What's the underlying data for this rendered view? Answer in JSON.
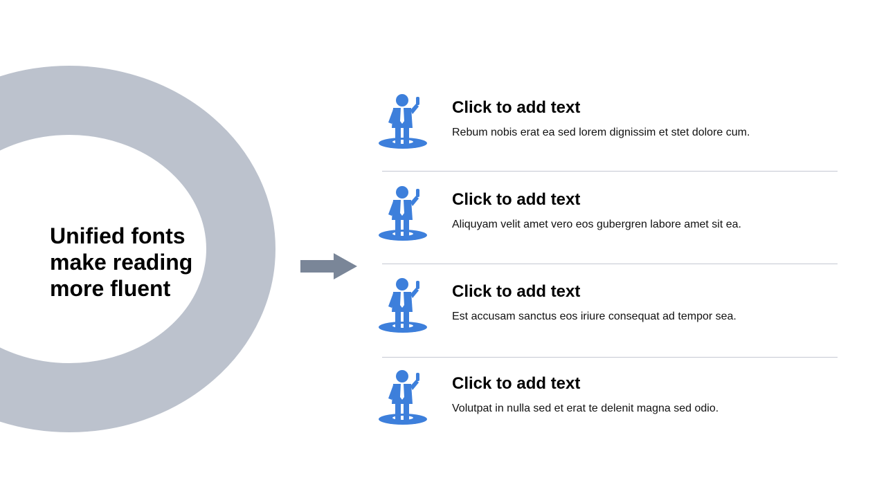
{
  "colors": {
    "ring": "#bcc2cd",
    "arrow": "#7a8698",
    "icon": "#3d7fdb",
    "divider": "#c4c8d2"
  },
  "main": {
    "title": "Unified fonts make reading more fluent"
  },
  "items": [
    {
      "icon": "businessman-icon",
      "title": "Click to add text",
      "desc": "Rebum nobis erat ea sed lorem dignissim et stet dolore cum."
    },
    {
      "icon": "businessman-icon",
      "title": "Click to add text",
      "desc": "Aliquyam velit amet vero eos gubergren labore amet sit ea."
    },
    {
      "icon": "businessman-icon",
      "title": "Click to add text",
      "desc": "Est accusam sanctus eos iriure consequat ad tempor sea."
    },
    {
      "icon": "businessman-icon",
      "title": "Click to add text",
      "desc": "Volutpat in nulla sed et erat te delenit magna sed odio."
    }
  ]
}
